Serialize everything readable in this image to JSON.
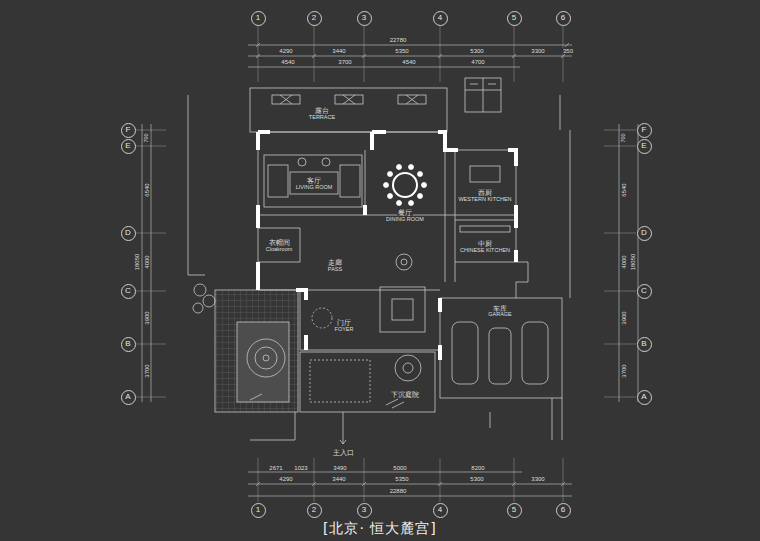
{
  "diagram": {
    "caption": "[北京· 恒大麓宫]",
    "nodes": [
      {
        "text": [
          "1"
        ]
      },
      {
        "text": [
          "2"
        ]
      },
      {
        "text": [
          "3"
        ]
      },
      {
        "text": [
          "4"
        ]
      },
      {
        "text": [
          "5"
        ]
      },
      {
        "text": [
          "6"
        ]
      },
      {
        "text": [
          "F"
        ]
      },
      {
        "text": [
          "E"
        ]
      },
      {
        "text": [
          "D"
        ]
      },
      {
        "text": [
          "C"
        ]
      },
      {
        "text": [
          "B"
        ]
      },
      {
        "text": [
          "A"
        ]
      },
      {
        "text": [
          "F"
        ]
      },
      {
        "text": [
          "E"
        ]
      },
      {
        "text": [
          "D"
        ]
      },
      {
        "text": [
          "C"
        ]
      },
      {
        "text": [
          "B"
        ]
      },
      {
        "text": [
          "A"
        ]
      },
      {
        "text": [
          "1"
        ]
      },
      {
        "text": [
          "2"
        ]
      },
      {
        "text": [
          "3"
        ]
      },
      {
        "text": [
          "4"
        ]
      },
      {
        "text": [
          "5"
        ]
      },
      {
        "text": [
          "6"
        ]
      }
    ],
    "labels": [
      "22780",
      "4290",
      "3440",
      "5350",
      "5300",
      "3300",
      "350",
      "4540",
      "3700",
      "4540",
      "4700",
      "2671",
      "1023",
      "3490",
      "5000",
      "8200",
      "4290",
      "3440",
      "5350",
      "5300",
      "3300",
      "22880",
      "700",
      "6540",
      "4000",
      "3900",
      "3700",
      "18050",
      "700",
      "6540",
      "4000",
      "3900",
      "3700",
      "18050",
      "露台",
      "TERRACE",
      "客厅",
      "LIVING ROOM",
      "餐厅",
      "DINING ROOM",
      "西厨",
      "WESTERN KITCHEN",
      "中厨",
      "CHINESE KITCHEN",
      "衣帽间",
      "Cloakroom",
      "走廊",
      "PASS",
      "门厅",
      "FOYER",
      "车库",
      "GARAGE",
      "下沉庭院",
      "主入口"
    ]
  }
}
